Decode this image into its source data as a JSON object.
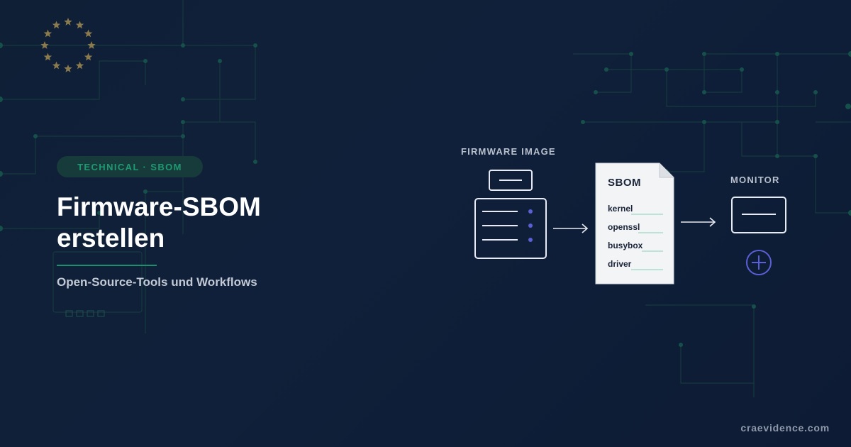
{
  "badge": {
    "label": "TECHNICAL · SBOM"
  },
  "hero": {
    "title_line1": "Firmware-SBOM",
    "title_line2": "erstellen",
    "subtitle": "Open-Source-Tools und Workflows"
  },
  "diagram": {
    "firmware_label": "FIRMWARE IMAGE",
    "sbom_title": "SBOM",
    "sbom_items": [
      "kernel",
      "openssl",
      "busybox",
      "driver"
    ],
    "monitor_label": "MONITOR"
  },
  "footer": {
    "domain": "craevidence.com"
  },
  "icons": {
    "eu_stars": "eu-stars-icon",
    "firmware": "firmware-server-icon",
    "document": "sbom-document-icon",
    "monitor": "monitor-icon",
    "add": "plus-circle-icon",
    "arrow": "arrow-right-icon"
  },
  "colors": {
    "background": "#0f1d33",
    "accent_green": "#1e9a73",
    "accent_purple": "#5a5fd6",
    "star_gold": "#8a7a4e",
    "circuit": "#15433f"
  }
}
